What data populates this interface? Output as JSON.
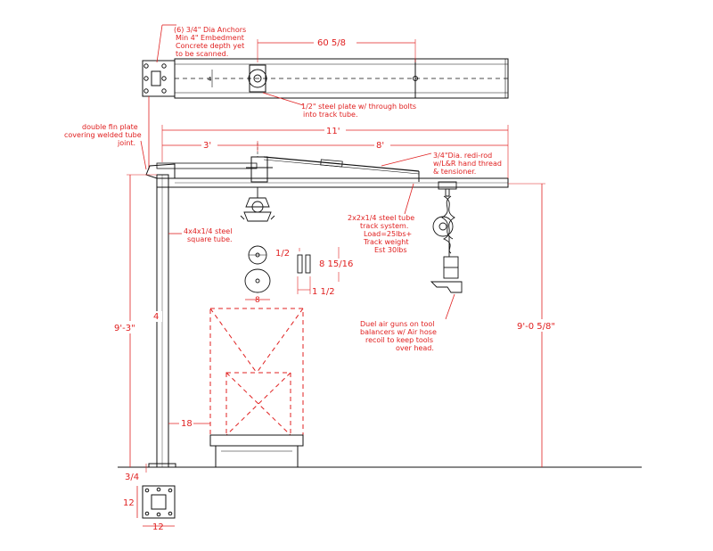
{
  "colors": {
    "annotation": "#e02020",
    "linework": "#111111",
    "background": "#ffffff"
  },
  "notes": {
    "anchors": [
      "(6) 3/4\" Dia Anchors",
      "Min 4\" Embedment",
      "Concrete depth yet",
      "to be scanned."
    ],
    "plate": [
      "1/2\" steel plate w/ through bolts",
      "into track tube."
    ],
    "fin_plate": [
      "double fin plate",
      "covering welded tube",
      "joint."
    ],
    "rod": [
      "3/4\"Dia. redi-rod",
      "w/L&R hand thread",
      "& tensioner."
    ],
    "track": [
      "2x2x1/4 steel tube",
      "track system.",
      "Load=25lbs+",
      "Track weight",
      "Est 30lbs"
    ],
    "post": [
      "4x4x1/4 steel",
      "square tube."
    ],
    "guns": [
      "Duel air guns on tool",
      "balancers w/ Air hose",
      "recoil to keep tools",
      "over head."
    ]
  },
  "dimensions": {
    "plan_length": "60 5/8",
    "overall": "11'",
    "left_span": "3'",
    "right_span": "8'",
    "post_height": "9'-3\"",
    "track_height": "9'-0 5/8\"",
    "post_size": "4",
    "offset": "18",
    "base_gap": "3/4",
    "base_w": "12",
    "base_h": "12",
    "hanger_w": "1/2",
    "hanger_h": "8 15/16",
    "hanger_d": "1 1/2",
    "wheel": "8"
  }
}
